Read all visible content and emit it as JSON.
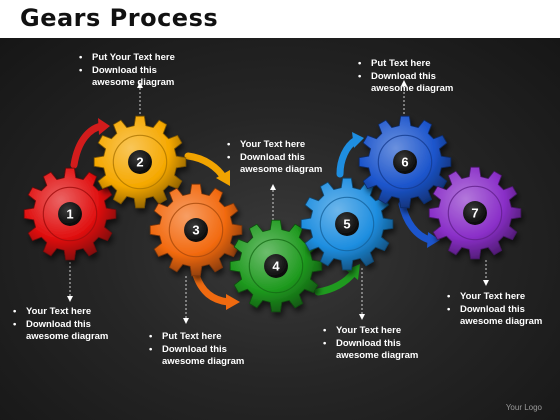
{
  "header": {
    "title": "Gears Process"
  },
  "gears": [
    {
      "id": "1",
      "label": "1",
      "color": "#e01010"
    },
    {
      "id": "2",
      "label": "2",
      "color": "#f5a800"
    },
    {
      "id": "3",
      "label": "3",
      "color": "#f26a10"
    },
    {
      "id": "4",
      "label": "4",
      "color": "#1f9a1f"
    },
    {
      "id": "5",
      "label": "5",
      "color": "#1e8ee0"
    },
    {
      "id": "6",
      "label": "6",
      "color": "#1c55cc"
    },
    {
      "id": "7",
      "label": "7",
      "color": "#8a2fc8"
    }
  ],
  "textblocks": [
    {
      "lines": [
        "Your Text  here",
        "Download this",
        "awesome diagram"
      ]
    },
    {
      "lines": [
        "Put Your Text here",
        "Download this",
        "awesome diagram"
      ]
    },
    {
      "lines": [
        "Put Text here",
        "Download this",
        "awesome diagram"
      ]
    },
    {
      "lines": [
        "Your Text here",
        "Download this",
        "awesome diagram"
      ]
    },
    {
      "lines": [
        "Your Text here",
        "Download this",
        "awesome diagram"
      ]
    },
    {
      "lines": [
        "Put Text here",
        "Download this",
        "awesome diagram"
      ]
    },
    {
      "lines": [
        "Your Text here",
        "Download this",
        "awesome diagram"
      ]
    }
  ],
  "footer": {
    "logo": "Your Logo"
  }
}
